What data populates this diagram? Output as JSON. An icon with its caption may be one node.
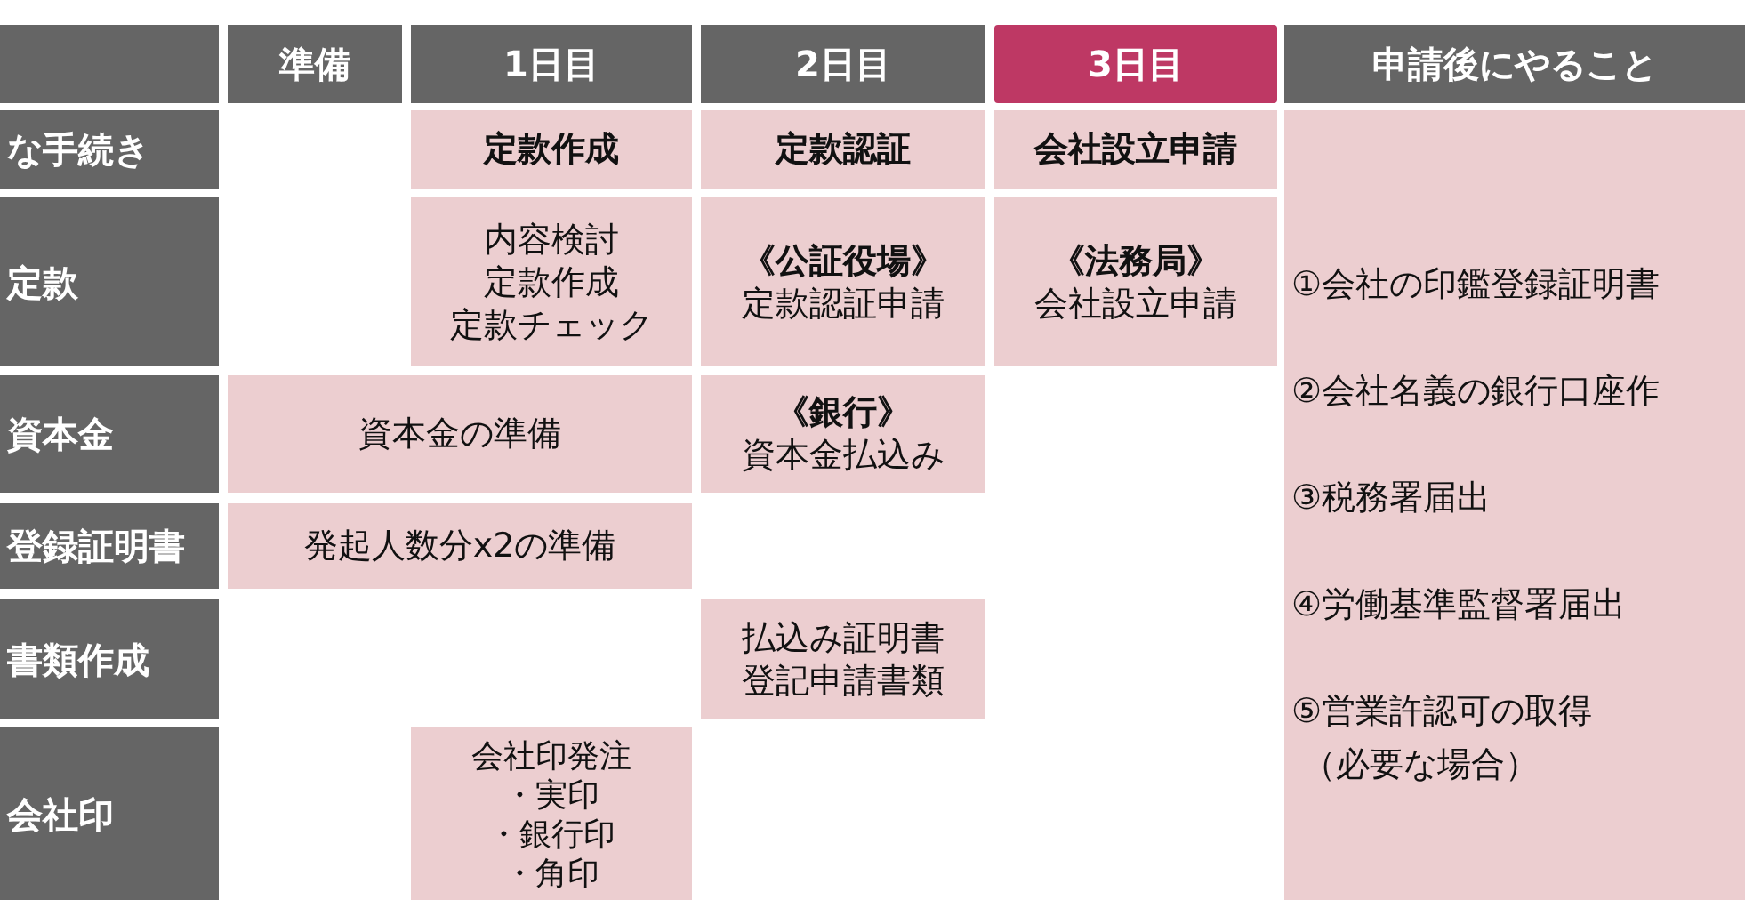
{
  "diagram": {
    "nodes": [
      {
        "text": [],
        "shape": "box"
      },
      {
        "text": [
          "準備"
        ]
      },
      {
        "text": [
          "1日目"
        ]
      },
      {
        "text": [
          "2日目"
        ]
      },
      {
        "text": [
          "3日目"
        ]
      },
      {
        "text": [
          "申請後にやること"
        ]
      },
      {
        "text": [
          "な手続き"
        ]
      },
      {
        "text": [
          "定款作成"
        ]
      },
      {
        "text": [
          "定款認証"
        ]
      },
      {
        "text": [
          "会社設立申請"
        ]
      },
      {
        "text": [
          "①会社の印鑑登録証明書",
          "②会社名義の銀行口座作",
          "③税務署届出",
          "④労働基準監督署届出",
          "⑤営業許認可の取得",
          "（必要な場合）"
        ]
      },
      {
        "text": [
          "定款"
        ]
      },
      {
        "text": [
          "内容検討",
          "定款作成",
          "定款チェック"
        ]
      },
      {
        "text": [
          "《公証役場》",
          "定款認証申請"
        ]
      },
      {
        "text": [
          "《法務局》",
          "会社設立申請"
        ]
      },
      {
        "text": [
          "資本金"
        ]
      },
      {
        "text": [
          "資本金の準備"
        ]
      },
      {
        "text": [
          "《銀行》",
          "資本金払込み"
        ]
      },
      {
        "text": [
          "登録証明書"
        ]
      },
      {
        "text": [
          "発起人数分x2の準備"
        ]
      },
      {
        "text": [
          "書類作成"
        ]
      },
      {
        "text": [
          "払込み証明書",
          "登記申請書類"
        ]
      },
      {
        "text": [
          "会社印"
        ]
      },
      {
        "text": [
          "会社印発注",
          "・実印",
          "・銀行印",
          "・角印"
        ]
      }
    ]
  }
}
